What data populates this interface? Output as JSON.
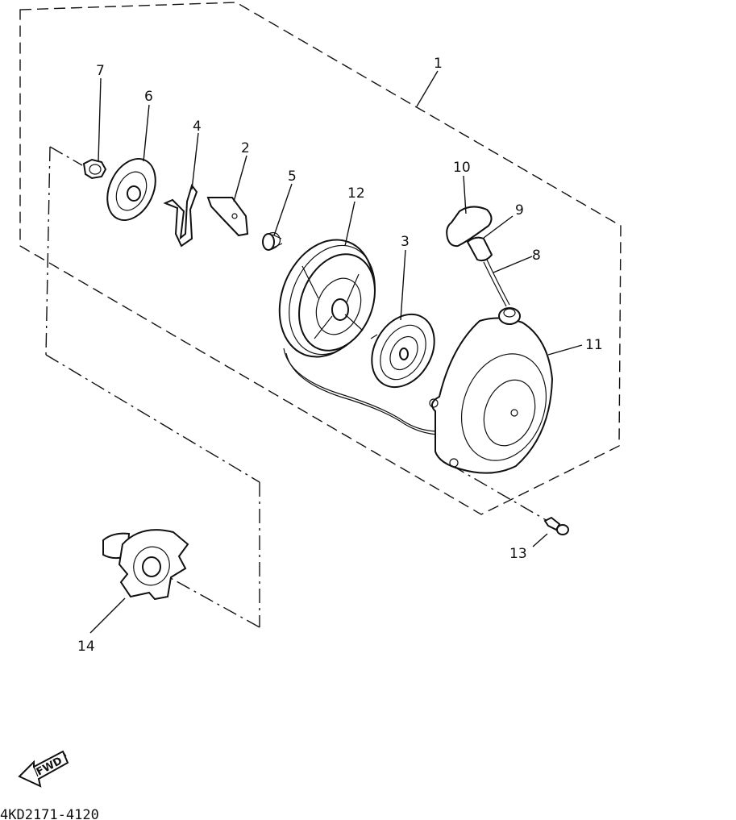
{
  "diagram": {
    "callouts": {
      "c1": "1",
      "c2": "2",
      "c3": "3",
      "c4": "4",
      "c5": "5",
      "c6": "6",
      "c7": "7",
      "c8": "8",
      "c9": "9",
      "c10": "10",
      "c11": "11",
      "c12": "12",
      "c13": "13",
      "c14": "14"
    },
    "fwd_label": "FWD",
    "drawing_code": "4KD2171-4120"
  }
}
